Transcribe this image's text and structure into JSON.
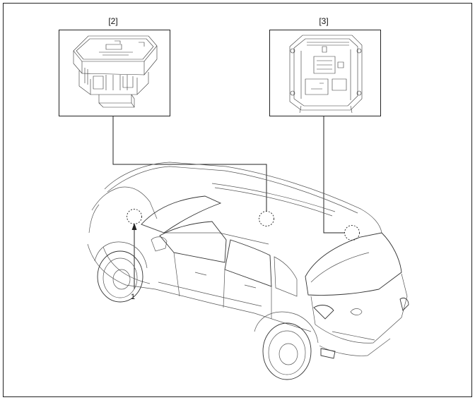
{
  "callouts": {
    "box_left_label": "[2]",
    "box_right_label": "[3]",
    "pointer_number": "1"
  },
  "colors": {
    "line": "#222222",
    "background": "#ffffff"
  }
}
